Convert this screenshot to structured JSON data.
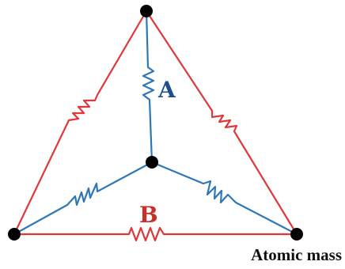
{
  "labels": {
    "inner_spring": "A",
    "outer_spring": "B",
    "atom_caption": "Atomic mass"
  },
  "colors": {
    "outer_bonds": "#e0383a",
    "inner_bonds": "#2f78b8",
    "label_a": "#1f4e8c",
    "label_b": "#c8302e",
    "atoms": "#000000",
    "caption": "#111111"
  }
}
